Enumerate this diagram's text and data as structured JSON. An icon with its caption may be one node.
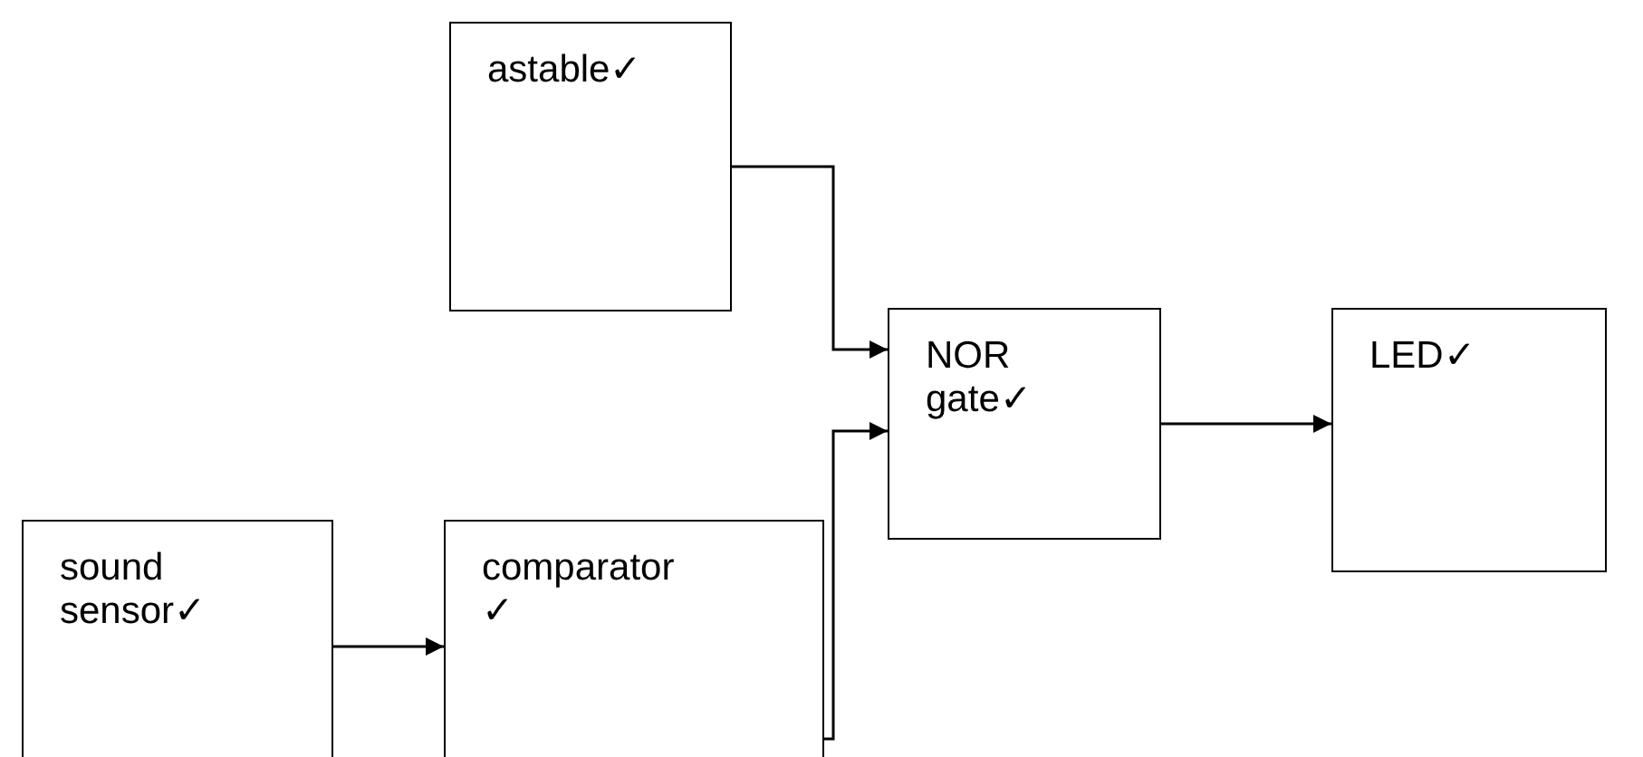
{
  "diagram": {
    "nodes": [
      {
        "text": [
          "astable✓"
        ]
      },
      {
        "text": [
          "NOR gate✓"
        ]
      },
      {
        "text": [
          "LED✓"
        ]
      },
      {
        "text": [
          "sound sensor✓"
        ]
      },
      {
        "text": [
          "comparator ✓"
        ]
      }
    ],
    "edges": [
      {
        "from": 0,
        "to": 1,
        "arrow": "to"
      },
      {
        "from": 4,
        "to": 1,
        "arrow": "to"
      },
      {
        "from": 3,
        "to": 4,
        "arrow": "to"
      },
      {
        "from": 1,
        "to": 2,
        "arrow": "to"
      }
    ]
  }
}
